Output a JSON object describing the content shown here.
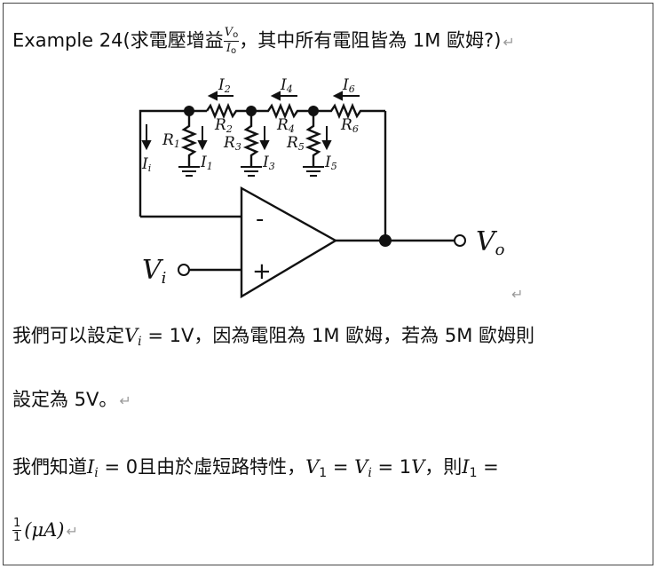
{
  "title": {
    "prefix": "Example 24(求電壓增益",
    "frac_num": "V",
    "frac_num_sub": "o",
    "frac_den": "I",
    "frac_den_sub": "o",
    "suffix": "，其中所有電阻皆為 1M 歐姆?)"
  },
  "paragraph_mark": "↵",
  "circuit": {
    "labels": {
      "I2": "I",
      "I2_sub": "2",
      "I4": "I",
      "I4_sub": "4",
      "I6": "I",
      "I6_sub": "6",
      "R1": "R",
      "R1_sub": "1",
      "R2": "R",
      "R2_sub": "2",
      "R3": "R",
      "R3_sub": "3",
      "R4": "R",
      "R4_sub": "4",
      "R5": "R",
      "R5_sub": "5",
      "R6": "R",
      "R6_sub": "6",
      "I1": "I",
      "I1_sub": "1",
      "I3": "I",
      "I3_sub": "3",
      "I5": "I",
      "I5_sub": "5",
      "Ii": "I",
      "Ii_sub": "i",
      "Vi": "V",
      "Vi_sub": "i",
      "Vo": "V",
      "Vo_sub": "o",
      "minus": "-",
      "plus": "+"
    }
  },
  "para1": {
    "a": "我們可以設定",
    "var": "V",
    "var_sub": "i",
    "b": " = 1V，因為電阻為 1M 歐姆，若為 5M 歐姆則"
  },
  "para2": {
    "text": "設定為 5V。"
  },
  "para3": {
    "a": "我們知道",
    "v1": "I",
    "v1_sub": "i",
    "b": " = 0且由於虛短路特性，",
    "v2": "V",
    "v2_sub": "1",
    "c": " = ",
    "v3": "V",
    "v3_sub": "i",
    "d": " = 1",
    "v4": "V",
    "e": "，則",
    "v5": "I",
    "v5_sub": "1",
    "f": " ="
  },
  "para4": {
    "num": "1",
    "den": "1",
    "expr": "(μA)"
  }
}
